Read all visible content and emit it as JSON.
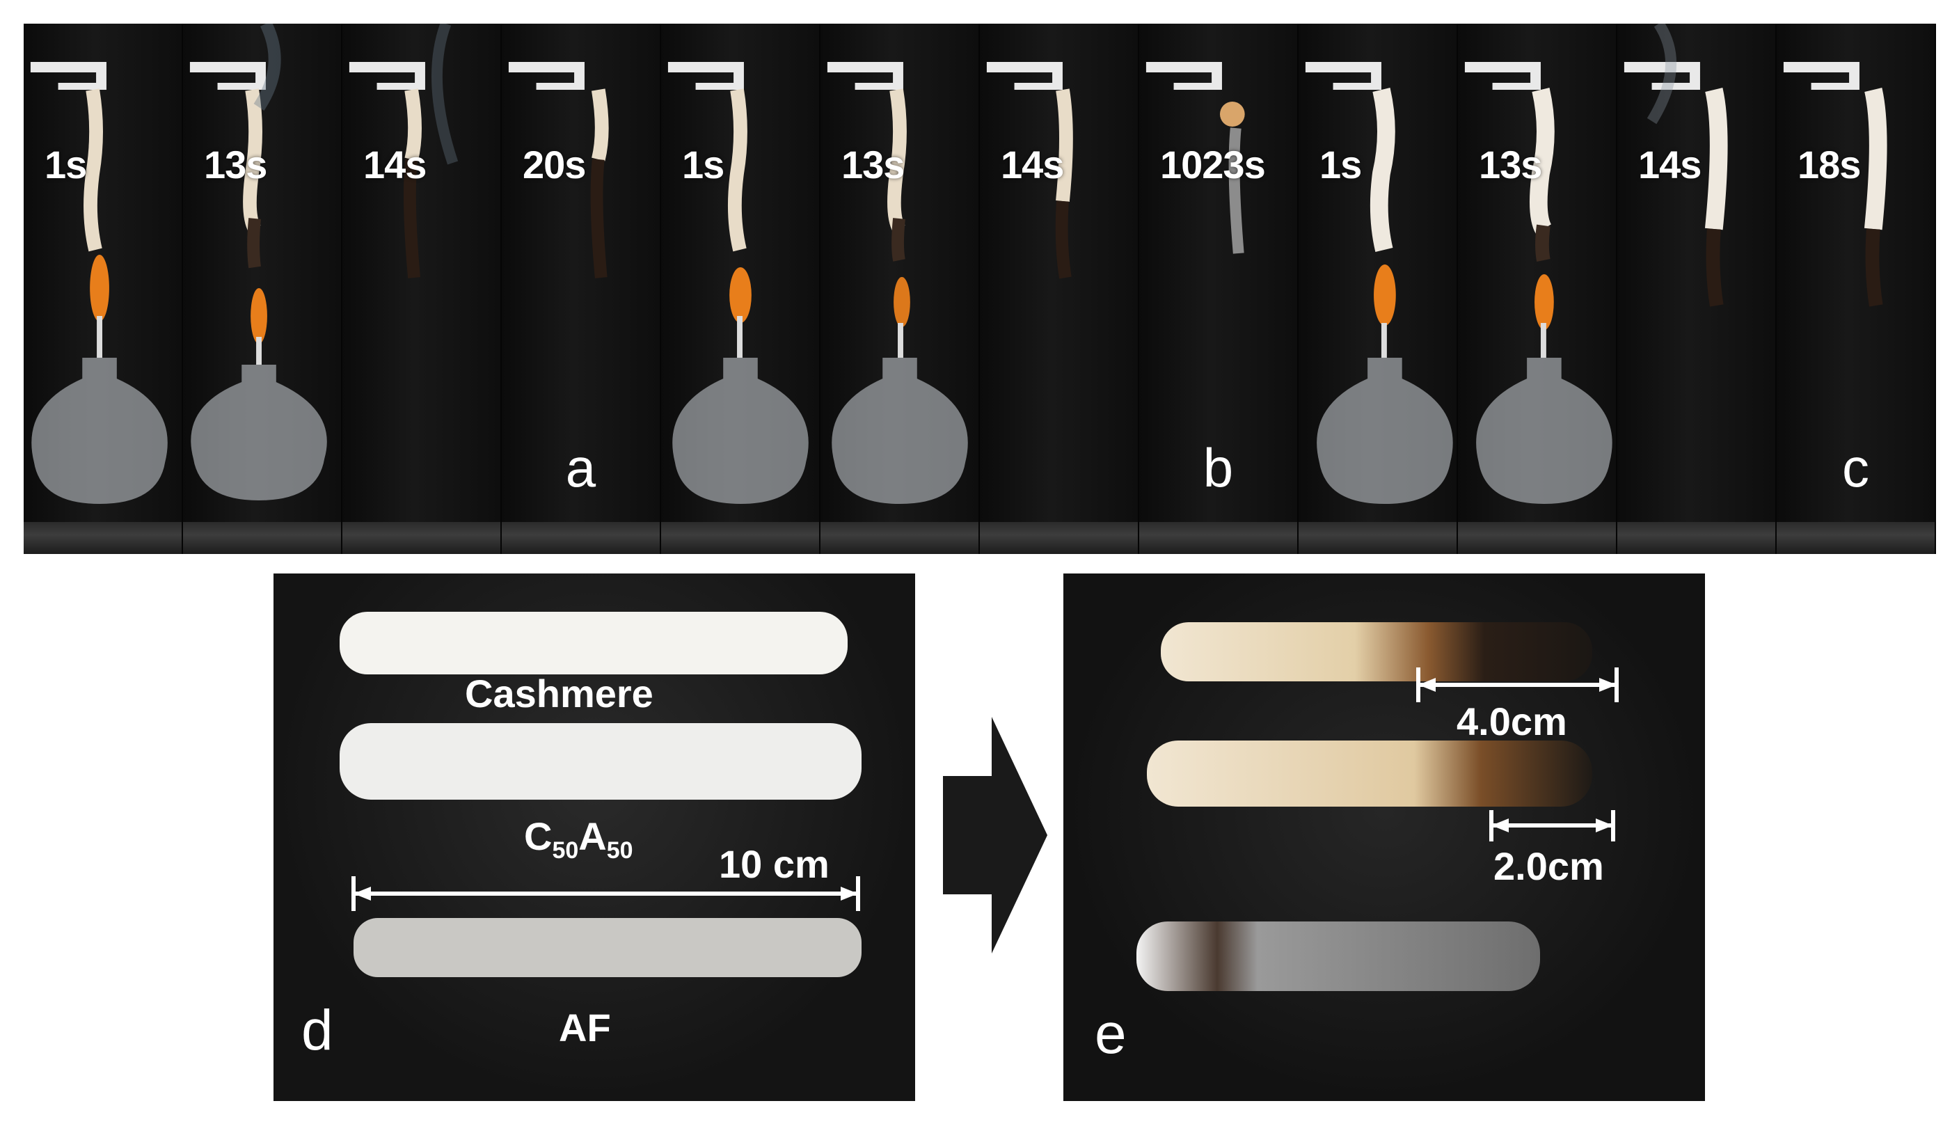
{
  "panel_a": {
    "letter": "a",
    "times": [
      "1s",
      "13s",
      "14s",
      "20s"
    ]
  },
  "panel_b": {
    "letter": "b",
    "times": [
      "1s",
      "13s",
      "14s",
      "1023s"
    ]
  },
  "panel_c": {
    "letter": "c",
    "times": [
      "1s",
      "13s",
      "14s",
      "18s"
    ]
  },
  "panel_d": {
    "letter": "d",
    "sample1": "Cashmere",
    "sample2_main": "C",
    "sample2_sub1": "50",
    "sample2_mid": "A",
    "sample2_sub2": "50",
    "sample3": "AF",
    "scale": "10 cm"
  },
  "panel_e": {
    "letter": "e",
    "measure1": "4.0cm",
    "measure2": "2.0cm"
  },
  "colors": {
    "background": "#111111",
    "text": "#ffffff",
    "arrow": "#1a1a1a"
  }
}
